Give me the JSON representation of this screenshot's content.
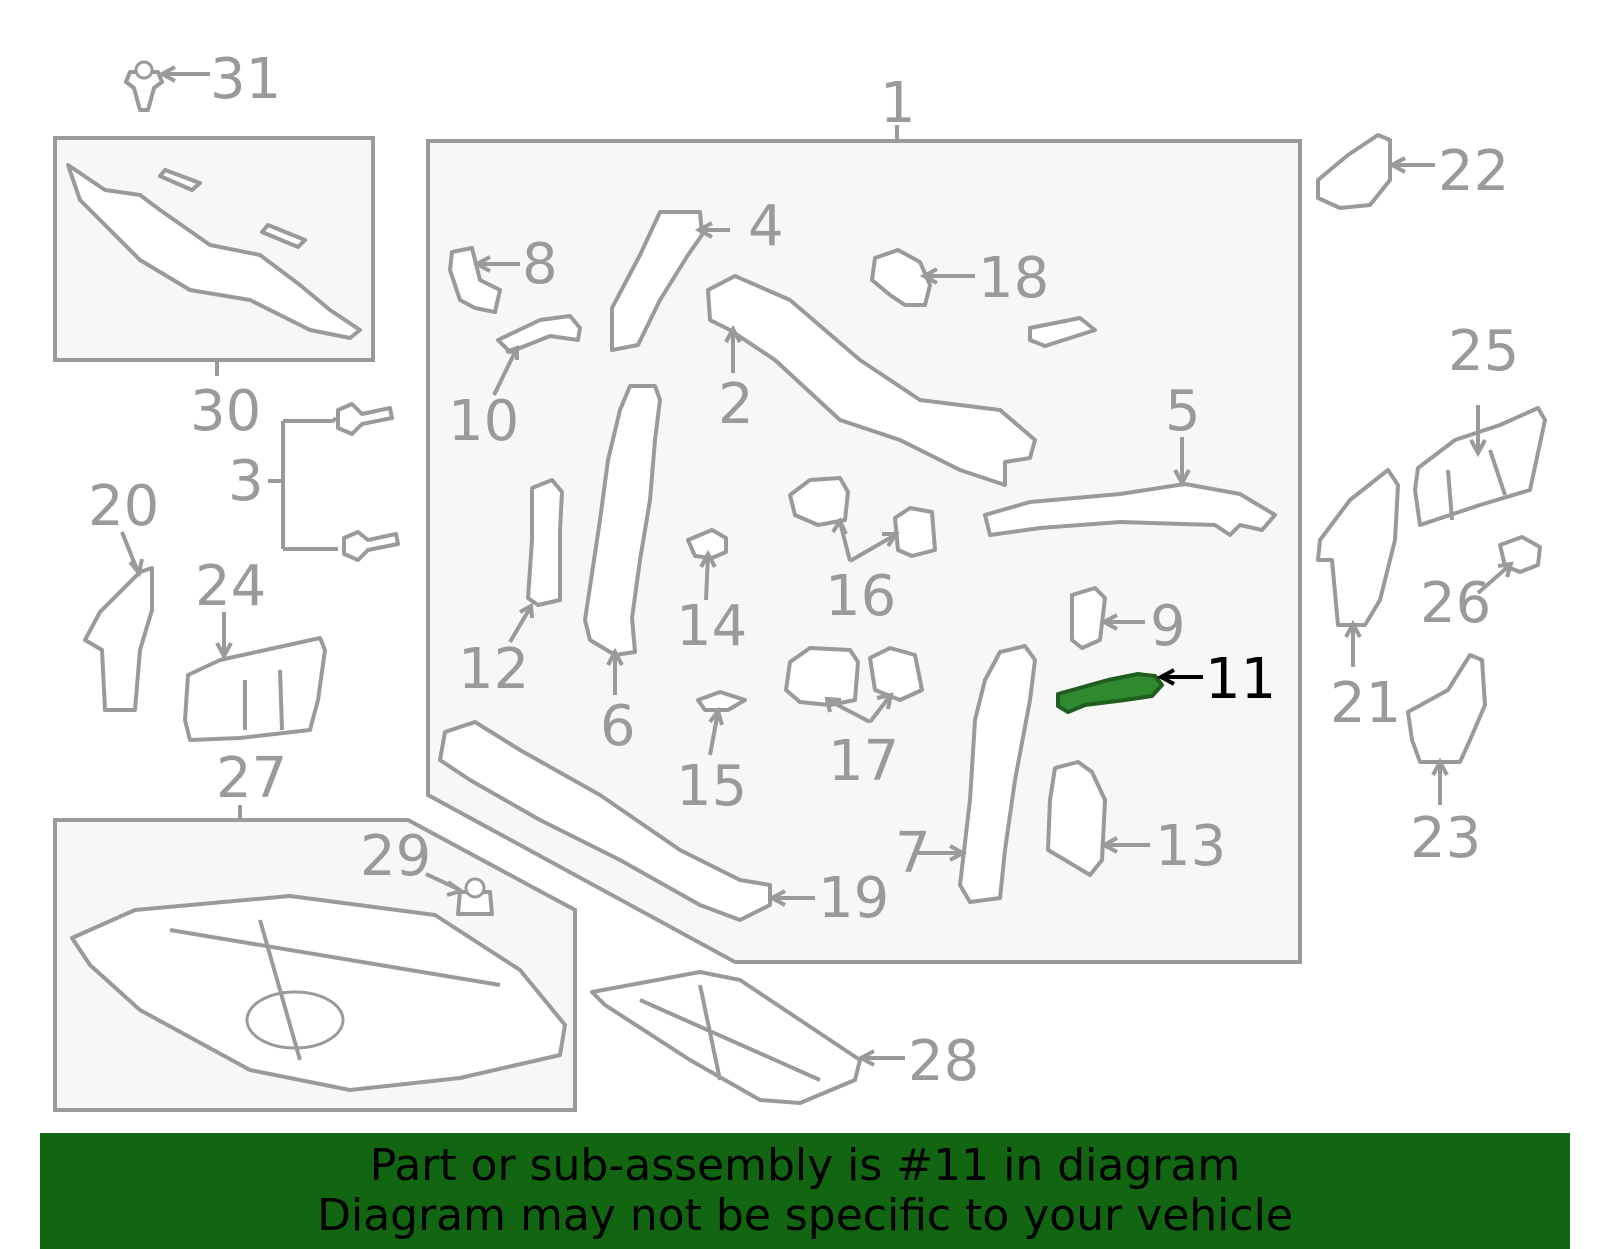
{
  "callouts": [
    {
      "id": "1",
      "label": "1"
    },
    {
      "id": "2",
      "label": "2"
    },
    {
      "id": "3",
      "label": "3"
    },
    {
      "id": "4",
      "label": "4"
    },
    {
      "id": "5",
      "label": "5"
    },
    {
      "id": "6",
      "label": "6"
    },
    {
      "id": "7",
      "label": "7"
    },
    {
      "id": "8",
      "label": "8"
    },
    {
      "id": "9",
      "label": "9"
    },
    {
      "id": "10",
      "label": "10"
    },
    {
      "id": "11",
      "label": "11",
      "highlighted": true
    },
    {
      "id": "12",
      "label": "12"
    },
    {
      "id": "13",
      "label": "13"
    },
    {
      "id": "14",
      "label": "14"
    },
    {
      "id": "15",
      "label": "15"
    },
    {
      "id": "16",
      "label": "16"
    },
    {
      "id": "17",
      "label": "17"
    },
    {
      "id": "18",
      "label": "18"
    },
    {
      "id": "19",
      "label": "19"
    },
    {
      "id": "20",
      "label": "20"
    },
    {
      "id": "21",
      "label": "21"
    },
    {
      "id": "22",
      "label": "22"
    },
    {
      "id": "23",
      "label": "23"
    },
    {
      "id": "24",
      "label": "24"
    },
    {
      "id": "25",
      "label": "25"
    },
    {
      "id": "26",
      "label": "26"
    },
    {
      "id": "27",
      "label": "27"
    },
    {
      "id": "28",
      "label": "28"
    },
    {
      "id": "29",
      "label": "29"
    },
    {
      "id": "30",
      "label": "30"
    },
    {
      "id": "31",
      "label": "31"
    }
  ],
  "banner": {
    "line1": "Part or sub-assembly is #11 in diagram",
    "line2": "Diagram may not be specific to your vehicle"
  },
  "colors": {
    "highlight_part": "#2f8a2f",
    "banner_background": "#126612",
    "line_art": "#9a9a9a",
    "text": "#000000"
  }
}
